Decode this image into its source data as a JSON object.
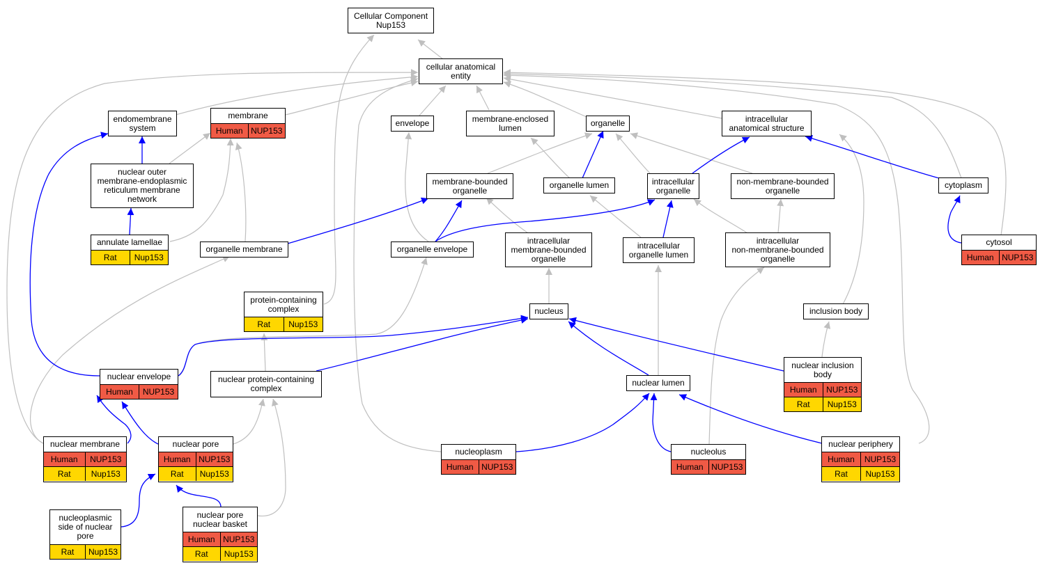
{
  "colors": {
    "human_row": "#f05a45",
    "rat_row": "#ffd700",
    "gray_edge": "#bfbfbf",
    "blue_edge": "#0000ff"
  },
  "nodes": {
    "cc": {
      "label": "Cellular Component\nNup153"
    },
    "cae": {
      "label": "cellular anatomical\nentity"
    },
    "ems": {
      "label": "endomembrane\nsystem"
    },
    "mem": {
      "label": "membrane",
      "rows": [
        [
          "Human",
          "NUP153"
        ]
      ]
    },
    "env": {
      "label": "envelope"
    },
    "mel": {
      "label": "membrane-enclosed\nlumen"
    },
    "org": {
      "label": "organelle"
    },
    "ias": {
      "label": "intracellular\nanatomical structure"
    },
    "nom": {
      "label": "nuclear outer\nmembrane-endoplasmic\nreticulum membrane\nnetwork"
    },
    "mbo": {
      "label": "membrane-bounded\norganelle"
    },
    "olu": {
      "label": "organelle lumen"
    },
    "io": {
      "label": "intracellular\norganelle"
    },
    "nmbo": {
      "label": "non-membrane-bounded\norganelle"
    },
    "cyt": {
      "label": "cytoplasm"
    },
    "al": {
      "label": "annulate lamellae",
      "rows": [
        [
          "Rat",
          "Nup153"
        ]
      ]
    },
    "om": {
      "label": "organelle membrane"
    },
    "oe": {
      "label": "organelle envelope"
    },
    "imbo": {
      "label": "intracellular\nmembrane-bounded\norganelle"
    },
    "iol": {
      "label": "intracellular\norganelle lumen"
    },
    "inmbo": {
      "label": "intracellular\nnon-membrane-bounded\norganelle"
    },
    "cyto": {
      "label": "cytosol",
      "rows": [
        [
          "Human",
          "NUP153"
        ]
      ]
    },
    "pcc": {
      "label": "protein-containing\ncomplex",
      "rows": [
        [
          "Rat",
          "Nup153"
        ]
      ]
    },
    "nuc": {
      "label": "nucleus"
    },
    "ib": {
      "label": "inclusion body"
    },
    "ne": {
      "label": "nuclear envelope",
      "rows": [
        [
          "Human",
          "NUP153"
        ]
      ]
    },
    "npcc": {
      "label": "nuclear protein-containing\ncomplex"
    },
    "nl": {
      "label": "nuclear lumen"
    },
    "nib": {
      "label": "nuclear inclusion\nbody",
      "rows": [
        [
          "Human",
          "NUP153"
        ],
        [
          "Rat",
          "Nup153"
        ]
      ]
    },
    "nm": {
      "label": "nuclear membrane",
      "rows": [
        [
          "Human",
          "NUP153"
        ],
        [
          "Rat",
          "Nup153"
        ]
      ]
    },
    "np": {
      "label": "nuclear pore",
      "rows": [
        [
          "Human",
          "NUP153"
        ],
        [
          "Rat",
          "Nup153"
        ]
      ]
    },
    "nps": {
      "label": "nucleoplasm",
      "rows": [
        [
          "Human",
          "NUP153"
        ]
      ]
    },
    "nlo": {
      "label": "nucleolus",
      "rows": [
        [
          "Human",
          "NUP153"
        ]
      ]
    },
    "nper": {
      "label": "nuclear periphery",
      "rows": [
        [
          "Human",
          "NUP153"
        ],
        [
          "Rat",
          "Nup153"
        ]
      ]
    },
    "nsnp": {
      "label": "nucleoplasmic\nside of nuclear\npore",
      "rows": [
        [
          "Rat",
          "Nup153"
        ]
      ]
    },
    "npnb": {
      "label": "nuclear pore\nnuclear basket",
      "rows": [
        [
          "Human",
          "NUP153"
        ],
        [
          "Rat",
          "Nup153"
        ]
      ]
    }
  }
}
